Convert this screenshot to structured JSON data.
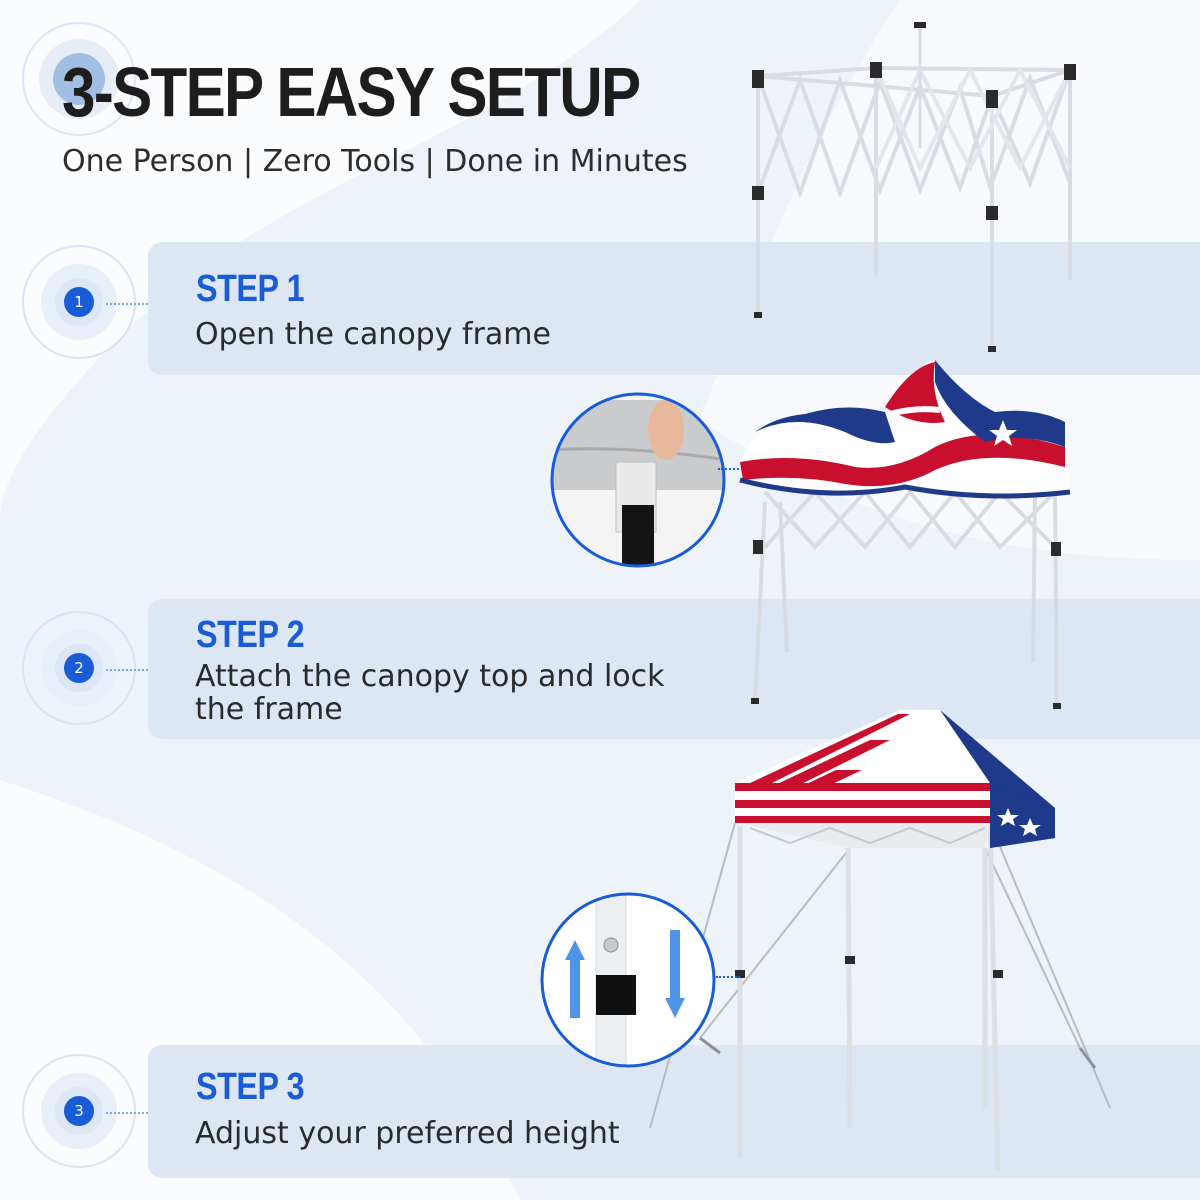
{
  "header": {
    "title": "3-STEP EASY SETUP",
    "subtitle": "One Person | Zero Tools | Done in Minutes"
  },
  "steps": [
    {
      "number": "1",
      "label": "STEP 1",
      "description": "Open the canopy frame"
    },
    {
      "number": "2",
      "label": "STEP 2",
      "description": "Attach the canopy top and lock the frame"
    },
    {
      "number": "3",
      "label": "STEP 3",
      "description": "Adjust your preferred height"
    }
  ],
  "colors": {
    "accent": "#1a5cd6",
    "panel": "#dde7f4",
    "flag_red": "#c8102e",
    "flag_blue": "#1f3a8a"
  },
  "icons": {
    "frame": "pop-up-frame-illustration",
    "canopy_attach": "flag-canopy-illustration",
    "canopy_final": "finished-canopy-illustration",
    "velcro_zoom": "velcro-strap-zoom-icon",
    "height_zoom": "height-adjust-zoom-icon"
  }
}
